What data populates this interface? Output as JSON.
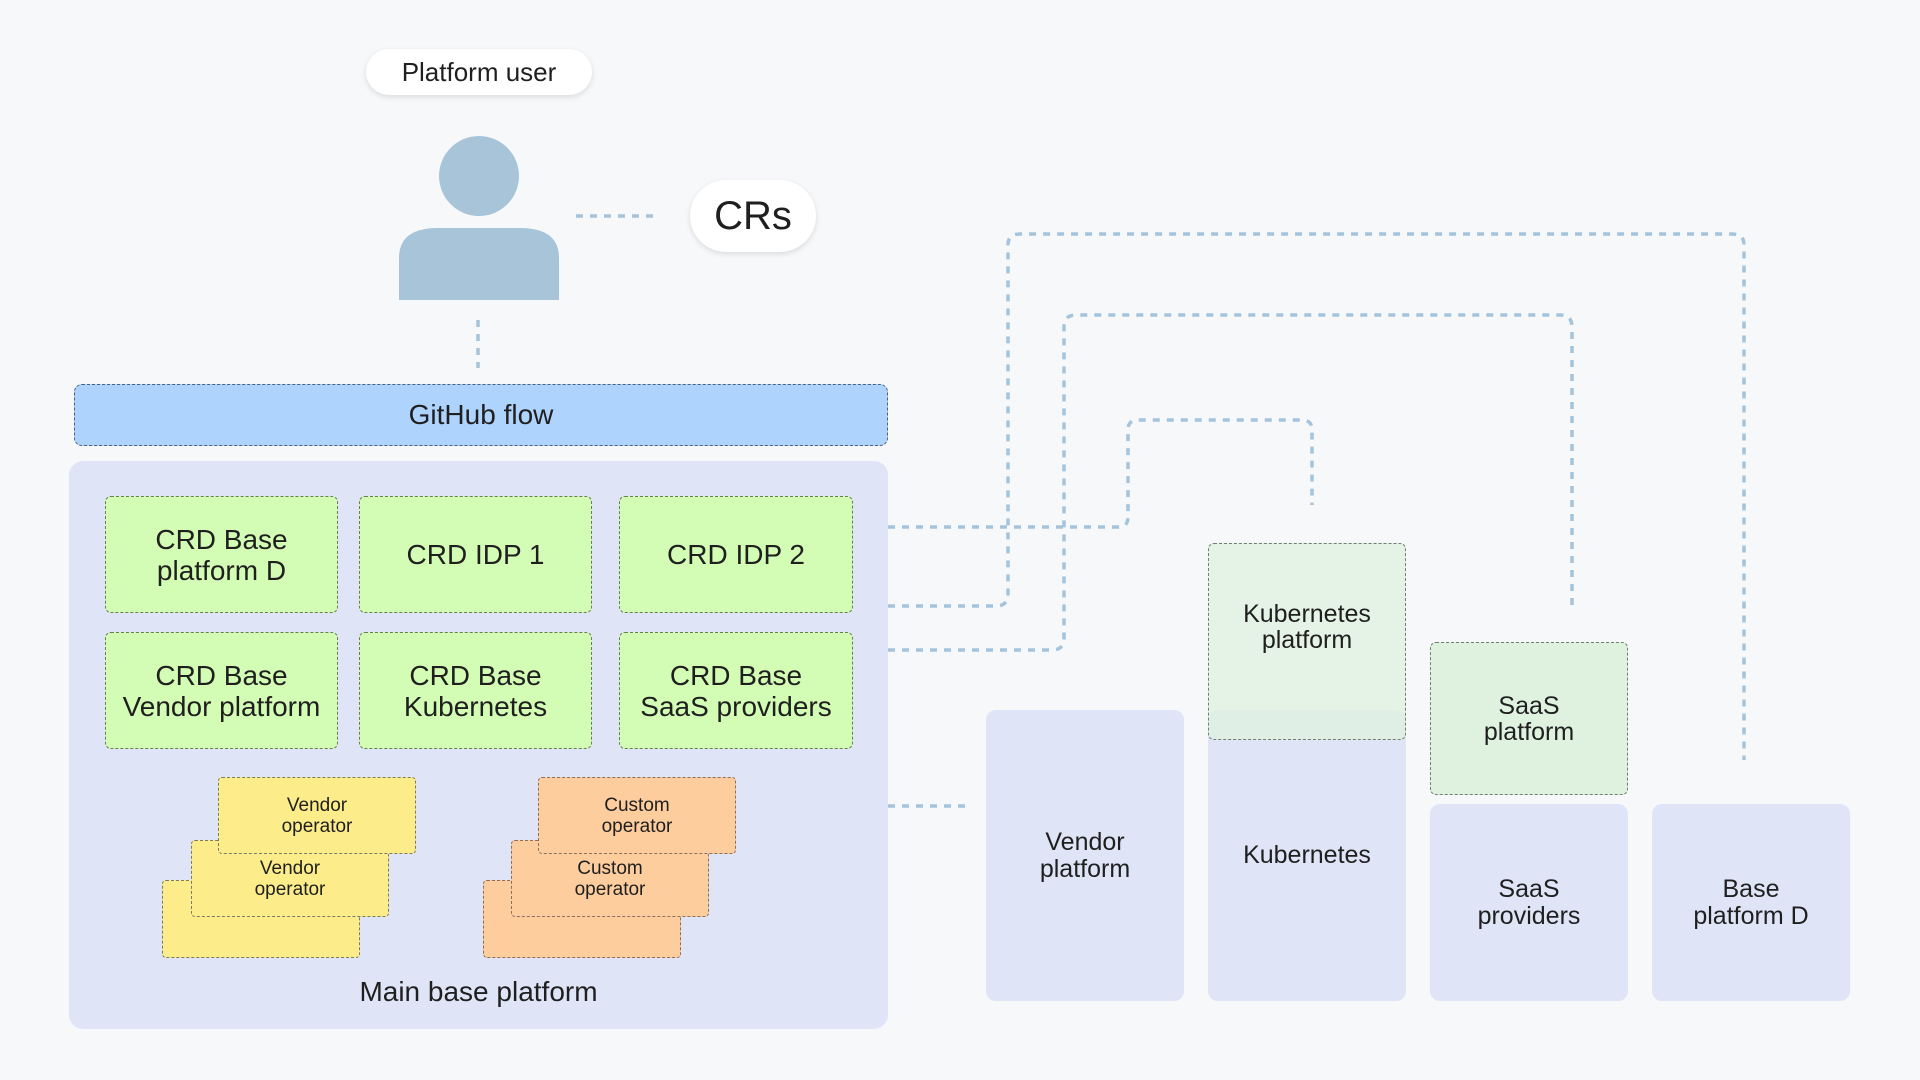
{
  "user_label": "Platform user",
  "crs_label": "CRs",
  "github_flow": "GitHub flow",
  "main_platform_label": "Main base platform",
  "crds": [
    "CRD Base\nplatform D",
    "CRD IDP 1",
    "CRD IDP 2",
    "CRD Base\nVendor platform",
    "CRD Base\nKubernetes",
    "CRD Base\nSaaS providers"
  ],
  "vendor_operator": "Vendor\noperator",
  "custom_operator": "Custom\noperator",
  "targets": {
    "vendor": "Vendor\nplatform",
    "kubernetes": "Kubernetes",
    "saas_providers": "SaaS\nproviders",
    "base_d": "Base\nplatform D"
  },
  "kubernetes_platform": "Kubernetes\nplatform",
  "saas_platform": "SaaS\nplatform",
  "colors": {
    "github_flow": "#aed3fd",
    "crd": "#d3fcb4",
    "vendor_operator": "#fced8a",
    "custom_operator": "#fdcd9e",
    "container": "#dfe4f7",
    "connector": "#a5c4dc",
    "user_icon": "#a7c4d9"
  }
}
